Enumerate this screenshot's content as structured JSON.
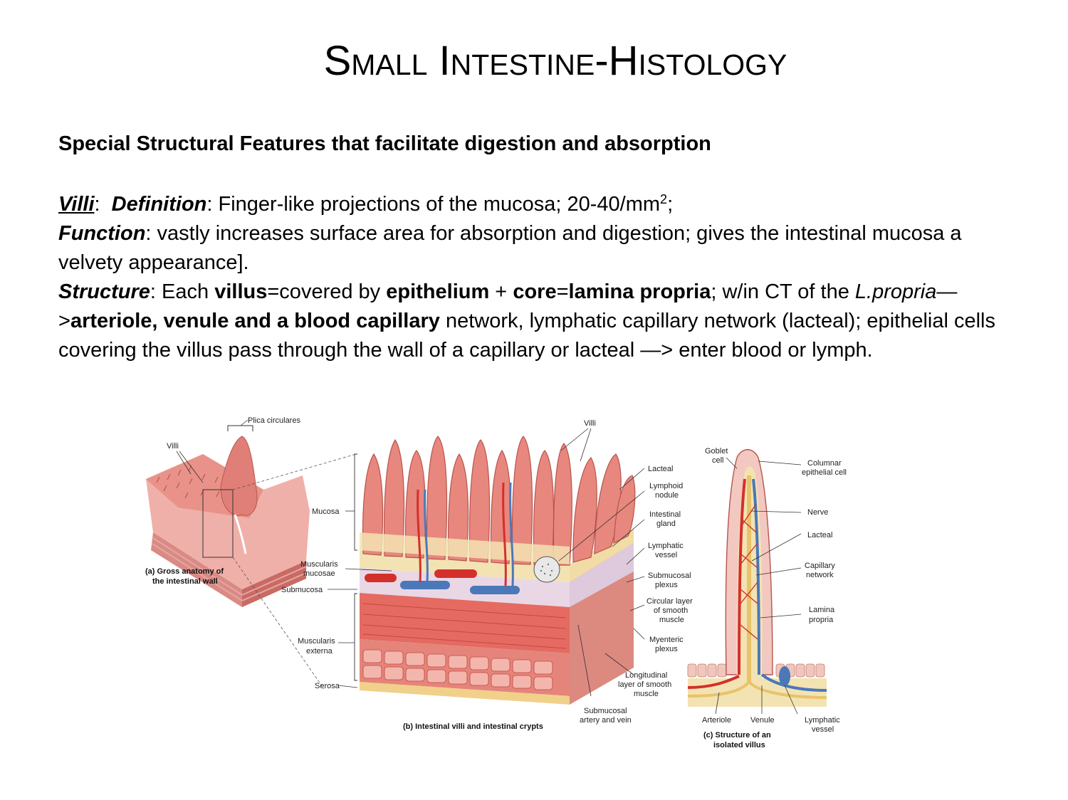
{
  "title": "Small Intestine-Histology",
  "heading": "Special Structural Features that facilitate digestion and absorption",
  "villi": {
    "term": "Villi",
    "definition_label": "Definition",
    "definition_text": "Finger-like projections of the mucosa; 20-40/mm",
    "definition_sup": "2",
    "definition_end": ";",
    "function_label": "Function",
    "function_text": "vastly increases surface area for absorption and digestion; gives the intestinal mucosa a velvety appearance].",
    "structure_label": "Structure",
    "structure_t1": "Each ",
    "structure_b1": "villus",
    "structure_t2": "=covered by ",
    "structure_b2": "epithelium",
    "structure_t3": " + ",
    "structure_b3": "core",
    "structure_t4": "=",
    "structure_b4": "lamina propria",
    "structure_t5": "; w/in CT of the ",
    "structure_i1": "L.propria",
    "structure_t6": "—>",
    "structure_b5": "arteriole, venule and a blood capillary",
    "structure_t7": " network, lymphatic capillary network (lacteal); epithelial cells covering the villus pass through the wall of a capillary or lacteal —> enter blood or lymph."
  },
  "figure": {
    "panel_a": {
      "labels": [
        "Plica circulares",
        "Villi"
      ],
      "caption_1": "(a) Gross anatomy of",
      "caption_2": "the intestinal wall"
    },
    "panel_b": {
      "left_labels": [
        "Mucosa",
        "Muscularis",
        "mucosae",
        "Submucosa",
        "Muscularis",
        "externa",
        "Serosa"
      ],
      "top_label": "Villi",
      "right_labels": [
        "Lacteal",
        "Lymphoid",
        "nodule",
        "Intestinal",
        "gland",
        "Lymphatic",
        "vessel",
        "Submucosal",
        "plexus",
        "Circular layer",
        "of smooth",
        "muscle",
        "Myenteric",
        "plexus",
        "Longitudinal",
        "layer of smooth",
        "muscle",
        "Submucosal",
        "artery and vein"
      ],
      "caption": "(b) Intestinal villi and intestinal crypts"
    },
    "panel_c": {
      "labels": [
        "Goblet",
        "cell",
        "Columnar",
        "epithelial cell",
        "Nerve",
        "Lacteal",
        "Capillary",
        "network",
        "Lamina",
        "propria",
        "Arteriole",
        "Venule",
        "Lymphatic",
        "vessel"
      ],
      "caption_1": "(c) Structure of an",
      "caption_2": "isolated villus"
    }
  },
  "colors": {
    "mucosa": "#e8877e",
    "mucosa_dark": "#c9544c",
    "lamina": "#f3e3b3",
    "submucosa": "#e9d7e6",
    "muscle": "#e56a62",
    "artery": "#d4302b",
    "vein": "#4a78b8",
    "nerve": "#e8c36a"
  }
}
